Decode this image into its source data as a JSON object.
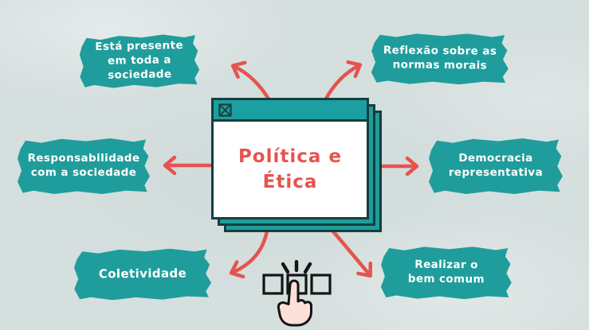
{
  "colors": {
    "background": "#d5dfde",
    "teal": "#1f9d9c",
    "titlebar_teal": "#1c9fa0",
    "dark_outline": "#153e3f",
    "red": "#e6534e",
    "node_text": "#ffffff",
    "hand_fill": "#fde0d8"
  },
  "center": {
    "title": "Política e\nÉtica",
    "close_icon": "boxed-x"
  },
  "nodes": [
    {
      "id": "esta-presente",
      "label": "Está presente\nem toda a\nsociedade"
    },
    {
      "id": "reflexao",
      "label": "Reflexão sobre as\nnormas morais"
    },
    {
      "id": "responsabilidade",
      "label": "Responsabilidade\ncom a sociedade"
    },
    {
      "id": "democracia",
      "label": "Democracia\nrepresentativa"
    },
    {
      "id": "coletividade",
      "label": "Coletividade"
    },
    {
      "id": "bem-comum",
      "label": "Realizar o\nbem comum"
    }
  ],
  "arrows": [
    {
      "from": "center",
      "to": "esta-presente",
      "shape": "curved-up-left"
    },
    {
      "from": "center",
      "to": "reflexao",
      "shape": "curved-up-right"
    },
    {
      "from": "center",
      "to": "responsabilidade",
      "shape": "straight-left"
    },
    {
      "from": "center",
      "to": "democracia",
      "shape": "straight-right"
    },
    {
      "from": "center",
      "to": "coletividade",
      "shape": "curved-down-left"
    },
    {
      "from": "center",
      "to": "bem-comum",
      "shape": "curved-down-right"
    }
  ],
  "cursor": {
    "icon": "tap-hand-with-three-squares",
    "sparks": "click-emphasis-marks"
  }
}
